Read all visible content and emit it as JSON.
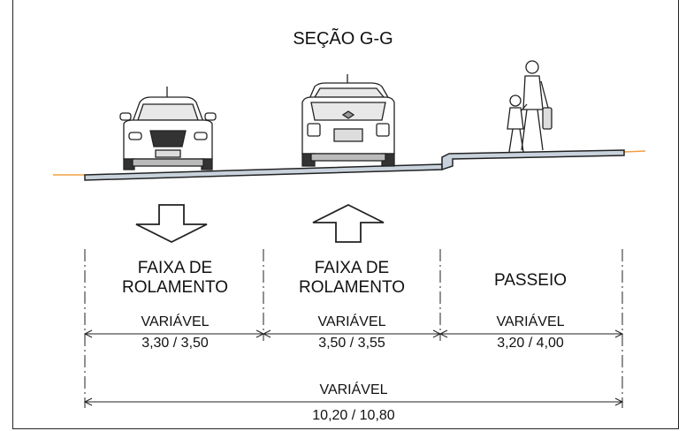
{
  "title": "SEÇÃO G-G",
  "lanes": [
    {
      "line1": "FAIXA DE",
      "line2": "ROLAMENTO",
      "dim_label": "VARIÁVEL",
      "dim_value": "3,30 / 3,50"
    },
    {
      "line1": "FAIXA DE",
      "line2": "ROLAMENTO",
      "dim_label": "VARIÁVEL",
      "dim_value": "3,50 / 3,55"
    },
    {
      "line1": "PASSEIO",
      "dim_label": "VARIÁVEL",
      "dim_value": "3,20 / 4,00"
    }
  ],
  "total": {
    "dim_label": "VARIÁVEL",
    "dim_value": "10,20 / 10,80"
  },
  "icons": [
    "car-front-icon",
    "car-rear-icon",
    "pedestrians-icon",
    "arrow-down-icon",
    "arrow-up-icon"
  ],
  "colors": {
    "line": "#222222",
    "ground": "#f0a040",
    "road_fill": "#c8d2dc"
  }
}
